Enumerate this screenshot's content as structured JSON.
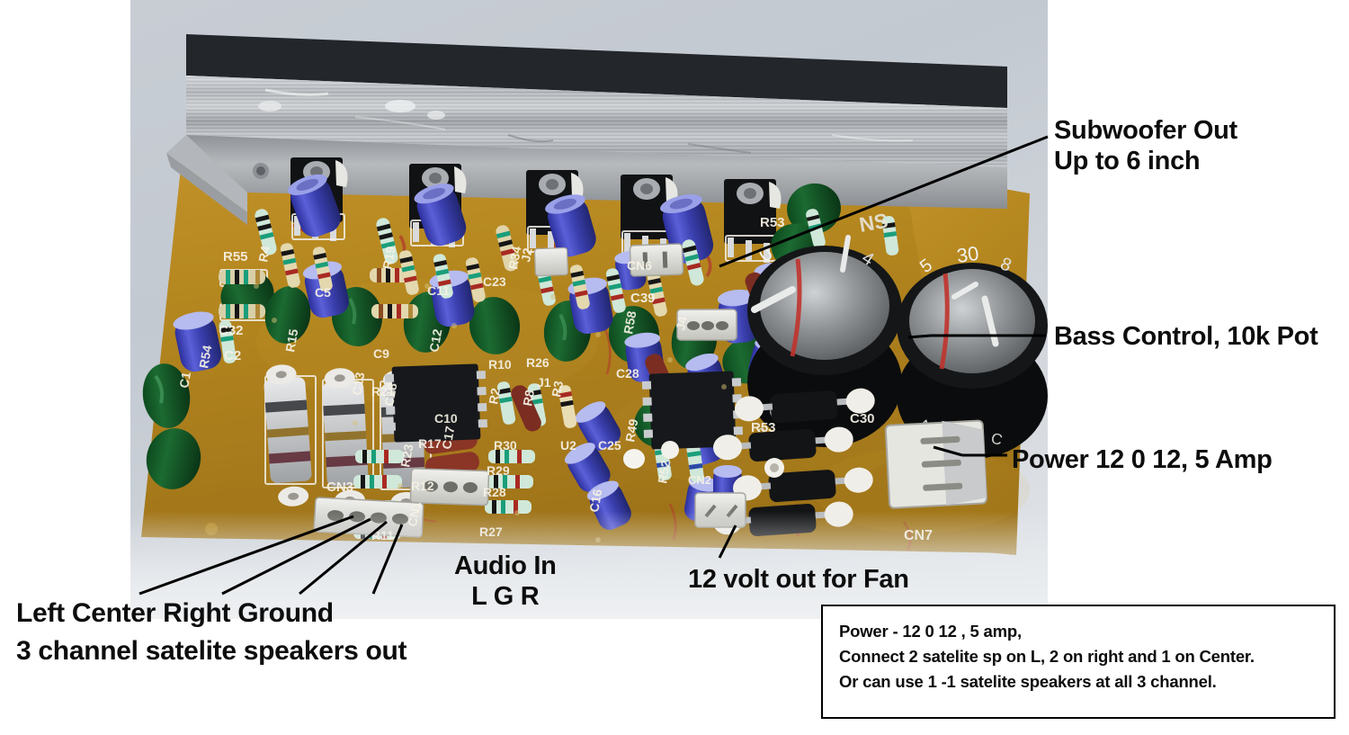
{
  "image": {
    "subject": "5.1 / 3-channel satellite + subwoofer audio amplifier PCB board photo with callout annotations",
    "background_color": "#ffffff",
    "photo_background_color": "#c8cdd4",
    "pcb_color": "#b5871f",
    "heatsink_color": "#b9bdc0"
  },
  "annotations": [
    {
      "id": "subwoofer-out",
      "line1": "Subwoofer Out",
      "line2": "Up to 6 inch"
    },
    {
      "id": "bass-control",
      "line1": "Bass Control, 10k Pot",
      "line2": ""
    },
    {
      "id": "power-in",
      "line1": "Power 12 0 12, 5 Amp",
      "line2": ""
    },
    {
      "id": "fan-out",
      "line1": "12 volt out for Fan",
      "line2": ""
    },
    {
      "id": "audio-in",
      "line1": "Audio In",
      "line2": "L G R"
    },
    {
      "id": "speaker-out",
      "line1": "Left Center Right Ground",
      "line2": "3 channel satelite speakers out"
    }
  ],
  "info_box": {
    "lines": [
      "Power - 12 0 12 , 5 amp,",
      "Connect 2 satelite sp on L, 2 on right and 1 on Center.",
      "Or can use 1 -1 satelite speakers at all 3 channel."
    ]
  },
  "silkscreen": {
    "resistors": [
      "R4",
      "R19",
      "R34",
      "R53",
      "R55",
      "R54",
      "R21",
      "R17",
      "R23",
      "R26",
      "R30",
      "R29",
      "R28",
      "R27",
      "R11",
      "R12",
      "R49",
      "R52",
      "R2",
      "R8",
      "R3",
      "R10",
      "R15",
      "R58"
    ],
    "capacitors": [
      "C1",
      "C2",
      "C5",
      "C9",
      "C11",
      "C12",
      "C13",
      "C16",
      "C17",
      "C18",
      "C23",
      "C25",
      "C30",
      "C32",
      "C39",
      "C10"
    ],
    "connectors": [
      "CN1",
      "CN3",
      "CN6",
      "CN7",
      "CN2"
    ],
    "jumpers": [
      "J1",
      "J2",
      "J4"
    ],
    "ics": [
      "U2"
    ]
  },
  "component_counts": {
    "power_transistors": 5,
    "rectifier_diodes": 4,
    "large_electrolytic_caps": 2,
    "cement_resistors": 3,
    "ic_dip": 2
  }
}
